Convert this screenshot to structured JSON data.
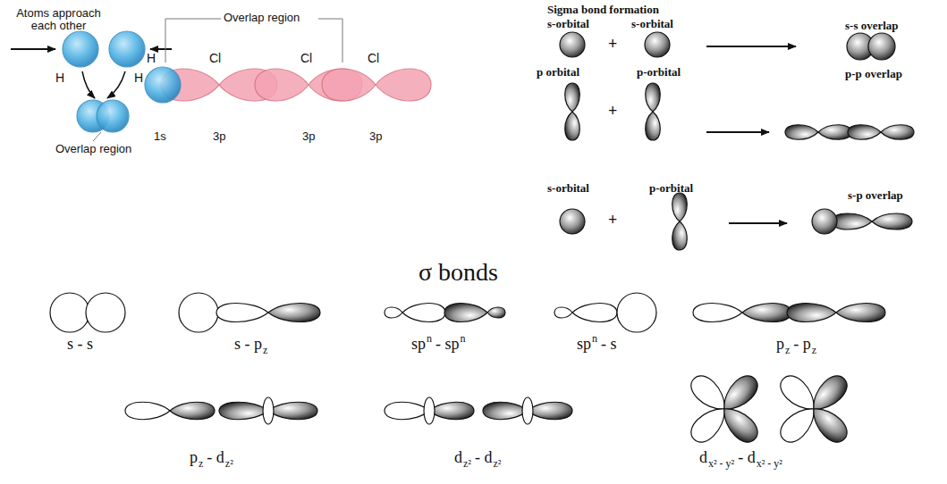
{
  "diagram": {
    "labels": [
      "Atoms approach each other",
      "H",
      "H",
      "Overlap region",
      "Overlap region",
      "H",
      "Cl",
      "Cl",
      "Cl",
      "1s",
      "3p",
      "3p",
      "3p",
      "Sigma bond formation",
      "s-orbital",
      "s-orbital",
      "s-s overlap",
      "p orbital",
      "p-orbital",
      "p-p overlap",
      "s-orbital",
      "p-orbital",
      "s-p overlap",
      "+",
      "+",
      "+",
      "σ bonds",
      "s - s",
      "s - p",
      "z",
      "sp",
      "n",
      "- sp",
      "n",
      "sp",
      "n",
      "- s",
      "p",
      "z",
      "- p",
      "z",
      "p",
      "z",
      "- d",
      "z²",
      "d",
      "z²",
      "- d",
      "z²",
      "d",
      "x² - y²",
      "- d",
      "x² - y²"
    ]
  }
}
